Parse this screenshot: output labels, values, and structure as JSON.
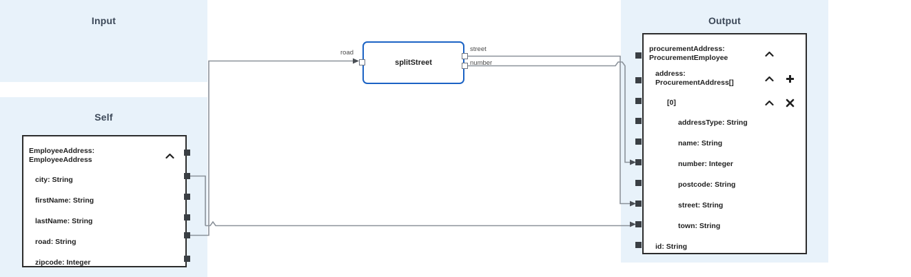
{
  "panels": {
    "input": {
      "title": "Input"
    },
    "self": {
      "title": "Self"
    },
    "output": {
      "title": "Output"
    }
  },
  "self_node": {
    "rows": [
      {
        "label": "EmployeeAddress:\nEmployeeAddress",
        "indent": 0,
        "icons": [
          "chevron-up"
        ]
      },
      {
        "label": "city: String",
        "indent": 1,
        "icons": []
      },
      {
        "label": "firstName: String",
        "indent": 1,
        "icons": []
      },
      {
        "label": "lastName: String",
        "indent": 1,
        "icons": []
      },
      {
        "label": "road: String",
        "indent": 1,
        "icons": []
      },
      {
        "label": "zipcode: Integer",
        "indent": 1,
        "icons": []
      }
    ]
  },
  "output_node": {
    "rows": [
      {
        "label": "procurementAddress:\nProcurementEmployee",
        "indent": 0,
        "icons": [
          "chevron-up"
        ]
      },
      {
        "label": "address:\nProcurementAddress[]",
        "indent": 1,
        "icons": [
          "chevron-up",
          "plus"
        ]
      },
      {
        "label": "[0]",
        "indent": 2,
        "icons": [
          "chevron-up",
          "close"
        ]
      },
      {
        "label": "addressType: String",
        "indent": 3,
        "icons": []
      },
      {
        "label": "name: String",
        "indent": 3,
        "icons": []
      },
      {
        "label": "number: Integer",
        "indent": 3,
        "icons": []
      },
      {
        "label": "postcode: String",
        "indent": 3,
        "icons": []
      },
      {
        "label": "street: String",
        "indent": 3,
        "icons": []
      },
      {
        "label": "town: String",
        "indent": 3,
        "icons": []
      },
      {
        "label": "id: String",
        "indent": 1,
        "icons": []
      }
    ]
  },
  "function_node": {
    "name": "splitStreet",
    "inputs": [
      {
        "label": "road"
      }
    ],
    "outputs": [
      {
        "label": "street"
      },
      {
        "label": "number"
      }
    ]
  },
  "colors": {
    "panel_background": "#e8f2fa",
    "canvas_background": "#ffffff",
    "node_border": "#2b2b2b",
    "function_border": "#1a62c4",
    "wire": "#8a9199",
    "port": "#3a3f44",
    "title_text": "#3c4858"
  }
}
